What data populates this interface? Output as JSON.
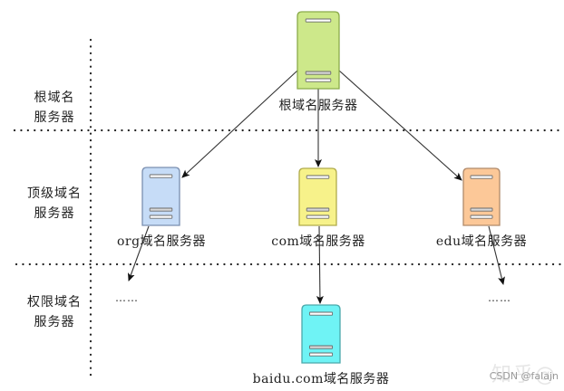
{
  "diagram": {
    "title": "DNS domain name server hierarchy",
    "tiers": [
      {
        "id": "root",
        "label_line1": "根域名",
        "label_line2": "服务器"
      },
      {
        "id": "tld",
        "label_line1": "顶级域名",
        "label_line2": "服务器"
      },
      {
        "id": "authoritative",
        "label_line1": "权限域名",
        "label_line2": "服务器"
      }
    ],
    "servers": [
      {
        "id": "root",
        "label": "根域名服务器",
        "tier": "root",
        "color": "#cde88a",
        "stroke": "#8aaa4a"
      },
      {
        "id": "org",
        "label": "org域名服务器",
        "tier": "tld",
        "color": "#c6dcf7",
        "stroke": "#7a8fb0"
      },
      {
        "id": "com",
        "label": "com域名服务器",
        "tier": "tld",
        "color": "#f7f28a",
        "stroke": "#b0ab4a"
      },
      {
        "id": "edu",
        "label": "edu域名服务器",
        "tier": "tld",
        "color": "#fcc898",
        "stroke": "#b08a6a"
      },
      {
        "id": "baidu",
        "label": "baidu.com域名服务器",
        "tier": "authoritative",
        "color": "#6ff3f5",
        "stroke": "#4aa8aa"
      }
    ],
    "edges": [
      {
        "from": "root",
        "to": "org"
      },
      {
        "from": "root",
        "to": "com"
      },
      {
        "from": "root",
        "to": "edu"
      },
      {
        "from": "org",
        "to": "org-children"
      },
      {
        "from": "com",
        "to": "baidu"
      },
      {
        "from": "edu",
        "to": "edu-children"
      }
    ],
    "ellipsis_left": "……",
    "ellipsis_right": "……"
  },
  "watermark": {
    "text": "CSDN @falajn",
    "bg_text": "知乎@"
  }
}
